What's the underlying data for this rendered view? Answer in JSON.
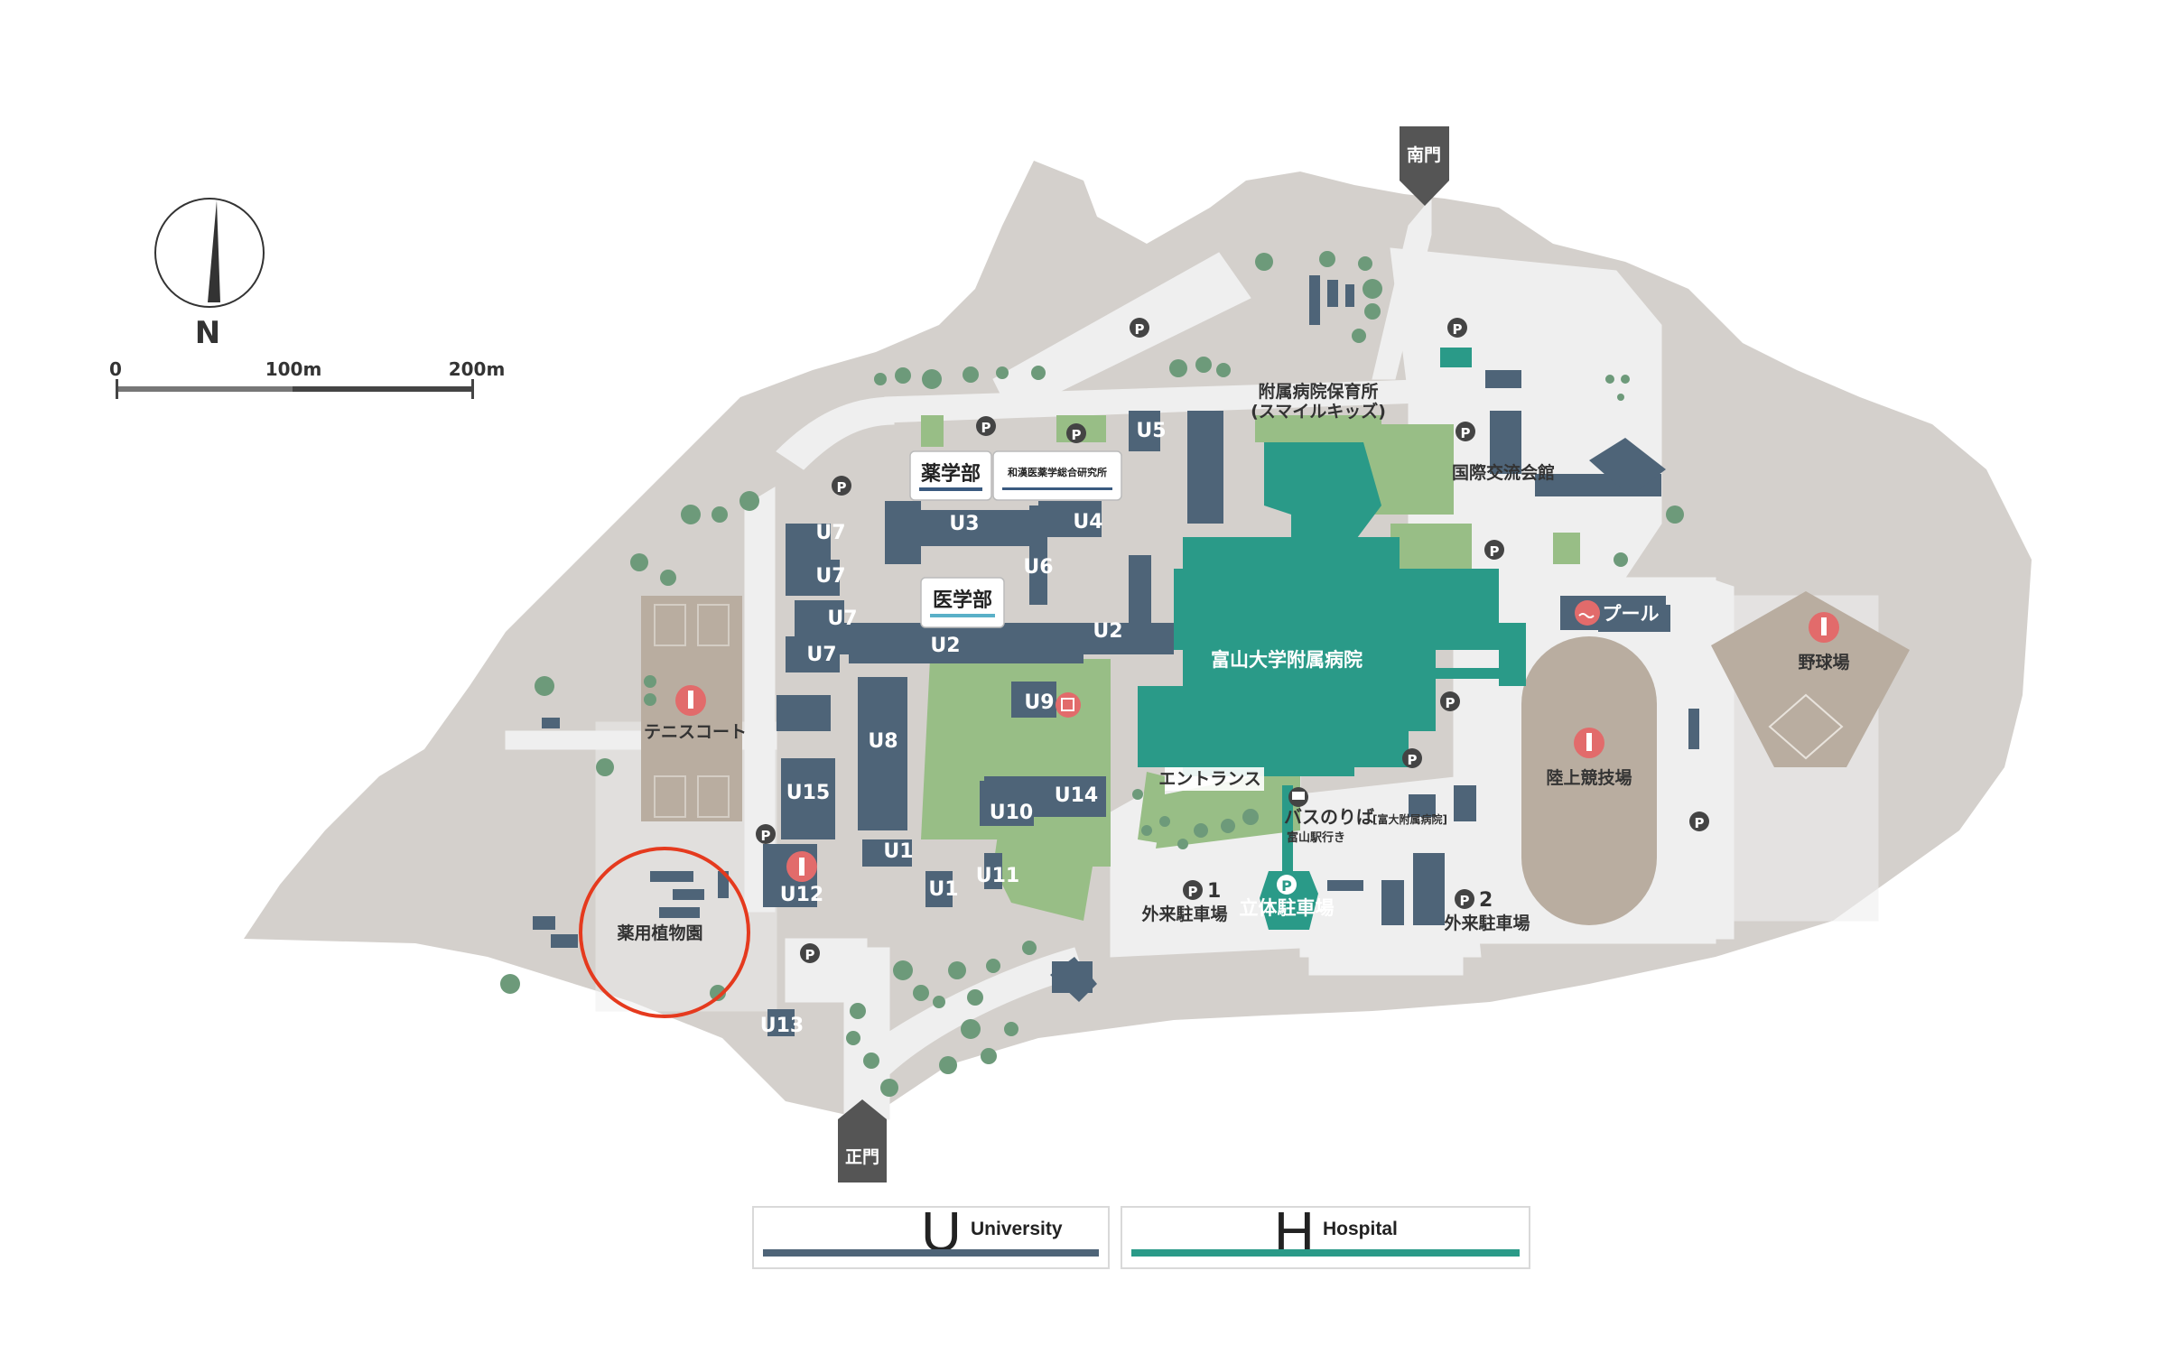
{
  "compass": {
    "label": "N",
    "icon": "north-arrow-icon"
  },
  "scale": {
    "ticks": [
      "0",
      "100m",
      "200m"
    ]
  },
  "gates": {
    "south": "南門",
    "main": "正門"
  },
  "departments": {
    "pharmacy": "薬学部",
    "wakan": "和漢医薬学総合研究所",
    "medicine": "医学部"
  },
  "hospital": {
    "name": "富山大学附属病院",
    "entrance": "エントランス"
  },
  "bus": {
    "stop": "バスのりば",
    "route": "[富大附属病院]",
    "destination": "富山駅行き"
  },
  "parking": {
    "icon_letter": "P",
    "multi_level": "立体駐車場",
    "outer_1_num": "1",
    "outer_2_num": "2",
    "outer_lot": "外来駐車場"
  },
  "facilities": {
    "nursery_name": "附属病院保育所",
    "nursery_nickname": "(スマイルキッズ)",
    "international_hall": "国際交流会館",
    "pool": "プール",
    "baseball": "野球場",
    "track": "陸上競技場",
    "tennis": "テニスコート",
    "garden": "薬用植物園"
  },
  "buildings": {
    "U1": "U1",
    "U2": "U2",
    "U3": "U3",
    "U4": "U4",
    "U5": "U5",
    "U6": "U6",
    "U7": "U7",
    "U8": "U8",
    "U9": "U9",
    "U10": "U10",
    "U11": "U11",
    "U12": "U12",
    "U13": "U13",
    "U14": "U14",
    "U15": "U15"
  },
  "legend": [
    {
      "letter": "U",
      "word": "University",
      "color": "#4e6478"
    },
    {
      "letter": "H",
      "word": "Hospital",
      "color": "#2a9a88"
    }
  ],
  "colors": {
    "land": "#d4d0cc",
    "road": "#efefef",
    "university": "#4e6478",
    "hospital": "#2a9a88",
    "green": "#98be86",
    "tree": "#6d9a7a",
    "field": "#b9ada0",
    "accent": "#e26b6b",
    "highlight": "#e53a1e",
    "gate": "#555555"
  }
}
